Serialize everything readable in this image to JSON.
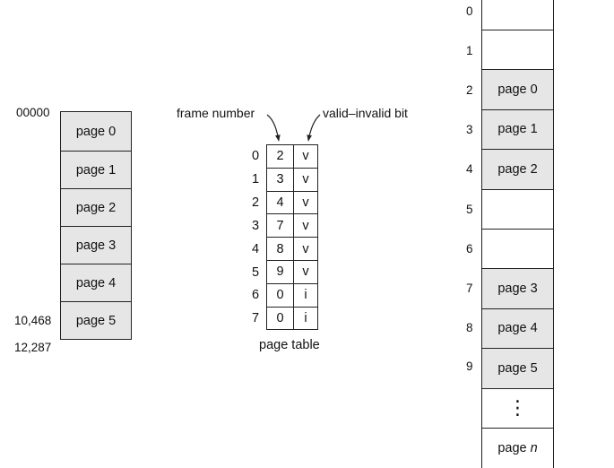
{
  "logical_memory": {
    "pages": [
      "page 0",
      "page 1",
      "page 2",
      "page 3",
      "page 4",
      "page 5"
    ],
    "addresses": {
      "start": "00000",
      "page5_start": "10,468",
      "end": "12,287"
    }
  },
  "page_table": {
    "frame_label": "frame number",
    "bit_label": "valid–invalid bit",
    "caption": "page table",
    "rows": [
      {
        "index": "0",
        "frame": "2",
        "bit": "v"
      },
      {
        "index": "1",
        "frame": "3",
        "bit": "v"
      },
      {
        "index": "2",
        "frame": "4",
        "bit": "v"
      },
      {
        "index": "3",
        "frame": "7",
        "bit": "v"
      },
      {
        "index": "4",
        "frame": "8",
        "bit": "v"
      },
      {
        "index": "5",
        "frame": "9",
        "bit": "v"
      },
      {
        "index": "6",
        "frame": "0",
        "bit": "i"
      },
      {
        "index": "7",
        "frame": "0",
        "bit": "i"
      }
    ]
  },
  "physical_memory": {
    "frames": [
      {
        "index": "0",
        "label": ""
      },
      {
        "index": "1",
        "label": ""
      },
      {
        "index": "2",
        "label": "page 0"
      },
      {
        "index": "3",
        "label": "page 1"
      },
      {
        "index": "4",
        "label": "page 2"
      },
      {
        "index": "5",
        "label": ""
      },
      {
        "index": "6",
        "label": ""
      },
      {
        "index": "7",
        "label": "page 3"
      },
      {
        "index": "8",
        "label": "page 4"
      },
      {
        "index": "9",
        "label": "page 5"
      }
    ],
    "ellipsis": "⋮",
    "last_prefix": "page ",
    "last_var": "n"
  },
  "colors": {
    "used_fill": "#e6e6e6",
    "line": "#222222"
  }
}
